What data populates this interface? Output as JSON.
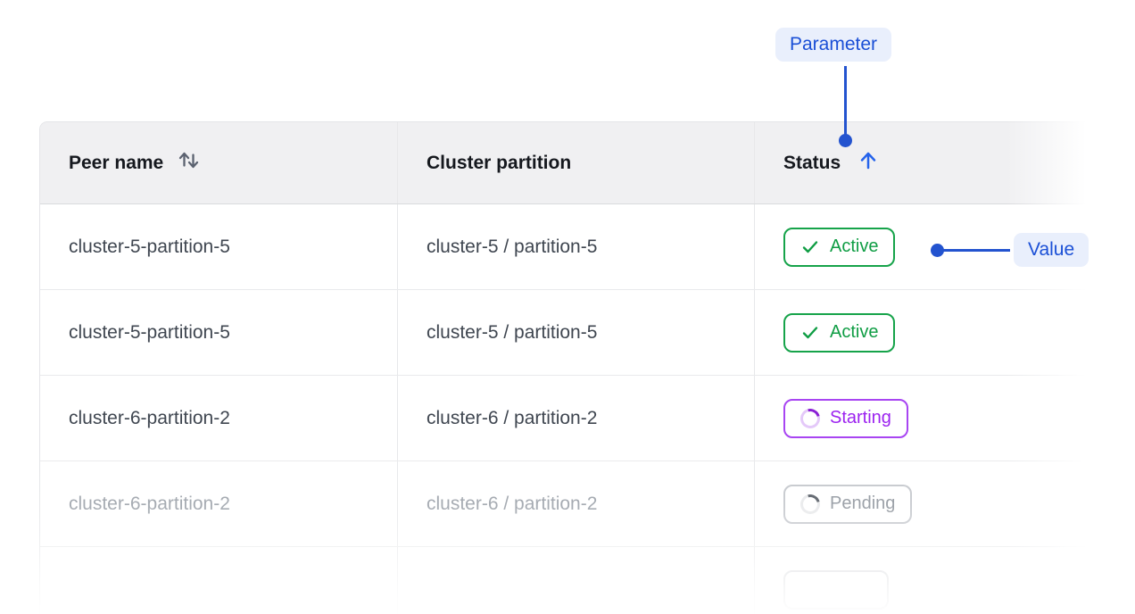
{
  "annotations": {
    "parameter_label": "Parameter",
    "value_label": "Value",
    "chip_bg_color": "#e9effc",
    "chip_text_color": "#1a4fd6",
    "connector_color": "#2353cf"
  },
  "table": {
    "columns": [
      {
        "label": "Peer name",
        "sort_state": "sortable"
      },
      {
        "label": "Cluster partition",
        "sort_state": "none"
      },
      {
        "label": "Status",
        "sort_state": "ascending"
      }
    ],
    "rows": [
      {
        "peer_name": "cluster-5-partition-5",
        "cluster_partition": "cluster-5 / partition-5",
        "status": "Active",
        "status_kind": "active",
        "muted": false
      },
      {
        "peer_name": "cluster-5-partition-5",
        "cluster_partition": "cluster-5 / partition-5",
        "status": "Active",
        "status_kind": "active",
        "muted": false
      },
      {
        "peer_name": "cluster-6-partition-2",
        "cluster_partition": "cluster-6 / partition-2",
        "status": "Starting",
        "status_kind": "starting",
        "muted": false
      },
      {
        "peer_name": "cluster-6-partition-2",
        "cluster_partition": "cluster-6 / partition-2",
        "status": "Pending",
        "status_kind": "pending",
        "muted": true
      },
      {
        "peer_name": "",
        "cluster_partition": "",
        "status": "",
        "status_kind": "ghost",
        "muted": true
      }
    ],
    "status_colors": {
      "active": "#16a34a",
      "starting": "#9c23f0",
      "pending": "#8f959d",
      "header_sort_arrow": "#2563eb",
      "sort_icon_gray": "#5b6270"
    }
  }
}
